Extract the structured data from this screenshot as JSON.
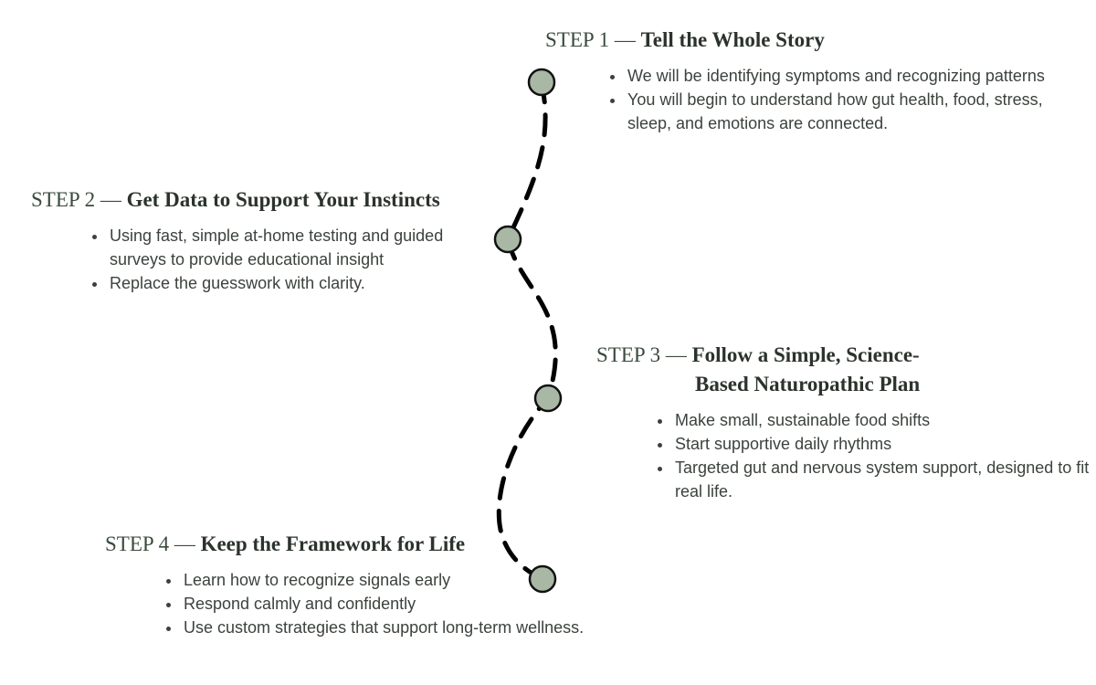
{
  "steps": [
    {
      "prefix": "STEP 1 —",
      "title": "Tell the Whole Story",
      "bullets": [
        "We will be identifying symptoms and recognizing patterns",
        "You will begin to understand how gut health, food, stress, sleep, and emotions are connected."
      ]
    },
    {
      "prefix": "STEP 2 —",
      "title": "Get Data to Support Your Instincts",
      "bullets": [
        "Using fast, simple at-home testing and guided surveys to provide educational insight",
        "Replace the guesswork with clarity."
      ]
    },
    {
      "prefix": "STEP 3 —",
      "title": "Follow a Simple, Science-",
      "title2": "Based Naturopathic Plan",
      "bullets": [
        "Make small, sustainable food shifts",
        "Start supportive daily rhythms",
        "Targeted gut and nervous system support, designed to fit real life."
      ]
    },
    {
      "prefix": "STEP 4 —",
      "title": "Keep the Framework for Life",
      "bullets": [
        "Learn how to recognize signals early",
        "Respond calmly and confidently",
        "Use custom strategies that support long-term wellness."
      ]
    }
  ],
  "colors": {
    "node_fill": "#a8b8a5",
    "path": "#000000",
    "heading": "#2b332c"
  }
}
